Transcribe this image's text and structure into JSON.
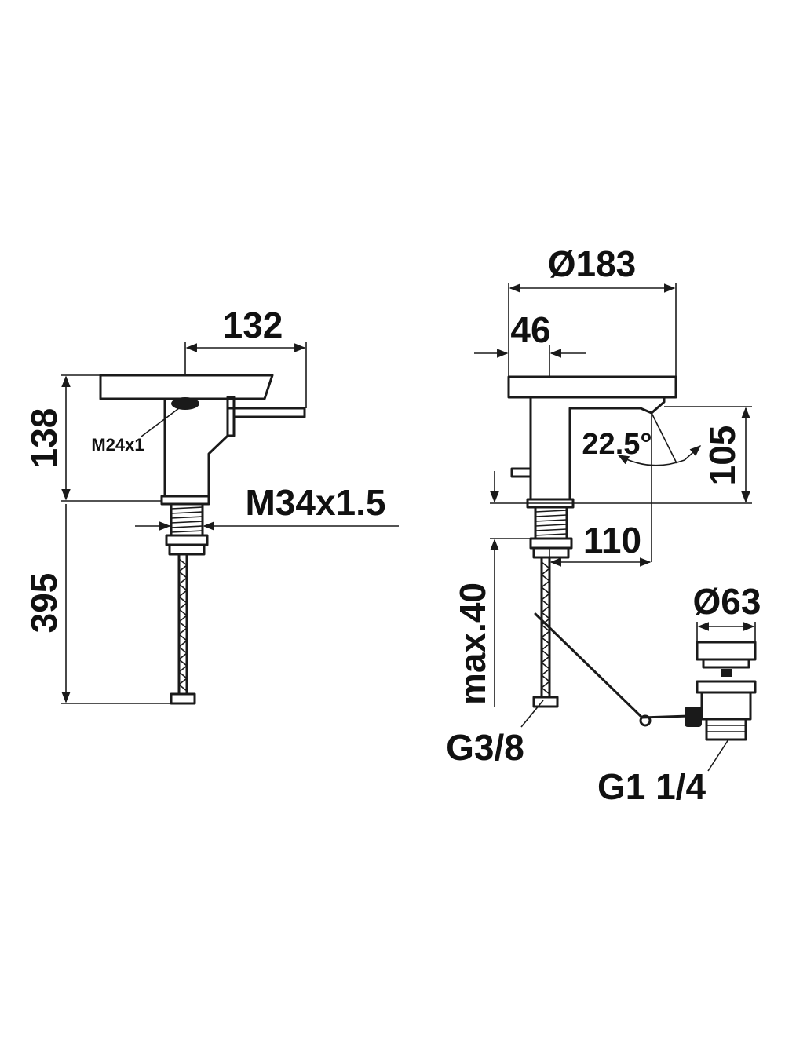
{
  "side_view": {
    "width_label": "132",
    "height_label": "138",
    "aerator_thread": "M24x1",
    "mounting_thread": "M34x1.5",
    "hose_length": "395"
  },
  "front_view": {
    "diameter_label": "Ø183",
    "offset_label": "46",
    "angle_label": "22.5°",
    "height_label": "105",
    "reach_label": "110",
    "max_thickness_label": "max.40",
    "supply_thread": "G3/8",
    "drain_diameter": "Ø63",
    "drain_thread": "G1 1/4"
  },
  "colors": {
    "line": "#1a1a1a",
    "background": "#ffffff"
  }
}
